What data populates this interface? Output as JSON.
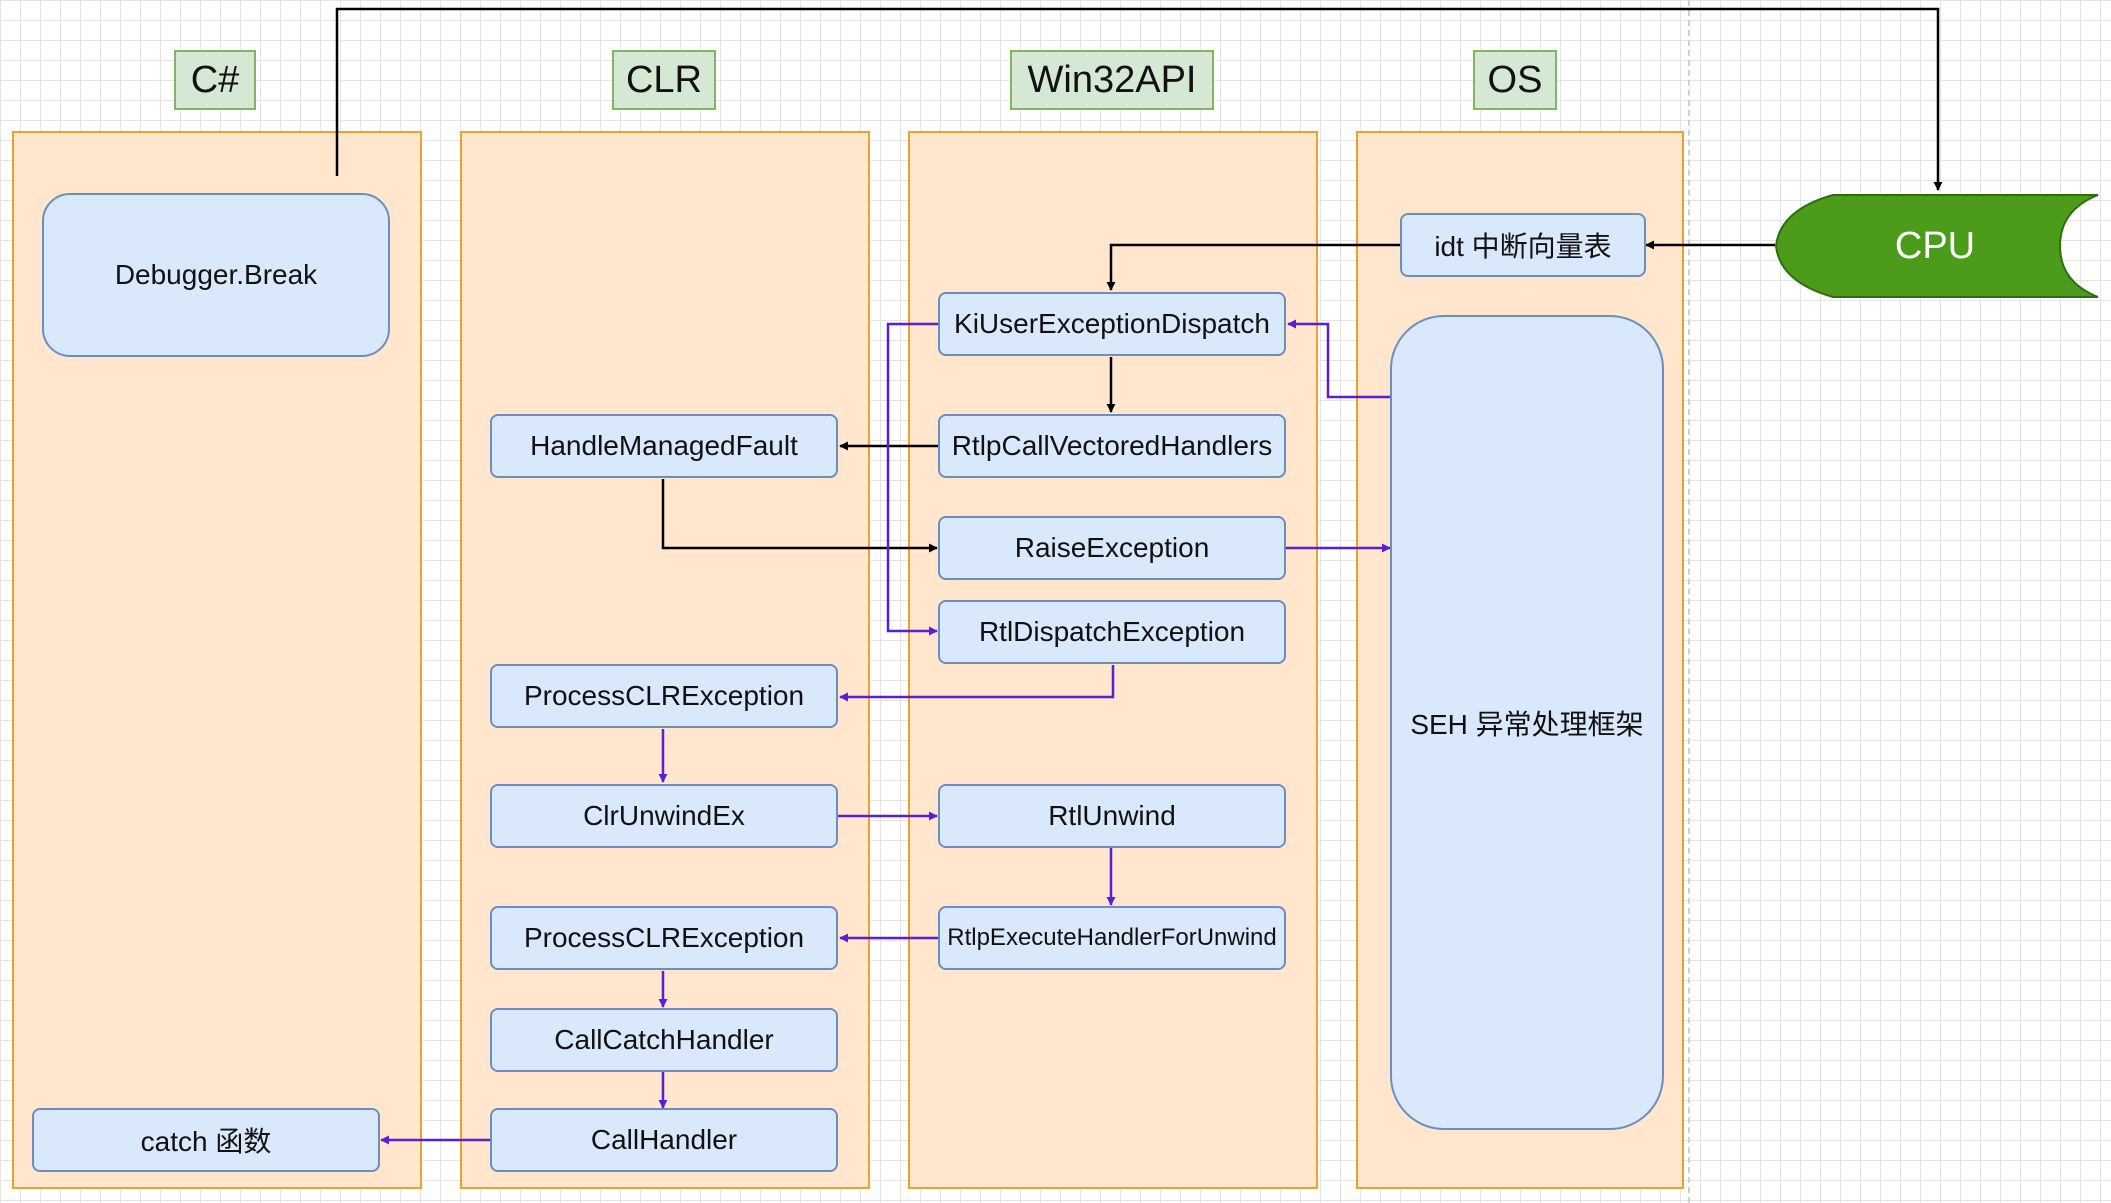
{
  "lanes": {
    "csharp": "C#",
    "clr": "CLR",
    "win32": "Win32API",
    "os": "OS"
  },
  "nodes": {
    "debugger_break": "Debugger.Break",
    "catch_func": "catch 函数",
    "handle_managed_fault": "HandleManagedFault",
    "process_clr_exception_1": "ProcessCLRException",
    "clr_unwind_ex": "ClrUnwindEx",
    "process_clr_exception_2": "ProcessCLRException",
    "call_catch_handler": "CallCatchHandler",
    "call_handler": "CallHandler",
    "ki_user_exception_dispatch": "KiUserExceptionDispatch",
    "rtlp_call_vectored_handlers": "RtlpCallVectoredHandlers",
    "raise_exception": "RaiseException",
    "rtl_dispatch_exception": "RtlDispatchException",
    "rtl_unwind": "RtlUnwind",
    "rtlp_execute_handler_for_unwind": "RtlpExecuteHandlerForUnwind",
    "idt_table": "idt 中断向量表",
    "seh_framework": "SEH 异常处理框架",
    "cpu": "CPU"
  },
  "colors": {
    "lane_fill": "#ffe6cc",
    "lane_border": "#f0a030",
    "label_fill": "#d5e8d4",
    "label_border": "#82b366",
    "node_fill": "#dae8fc",
    "node_border": "#6c8ebf",
    "cpu_fill": "#4d9b1b",
    "arrow_black": "#000000",
    "arrow_purple": "#5b1ed6"
  }
}
